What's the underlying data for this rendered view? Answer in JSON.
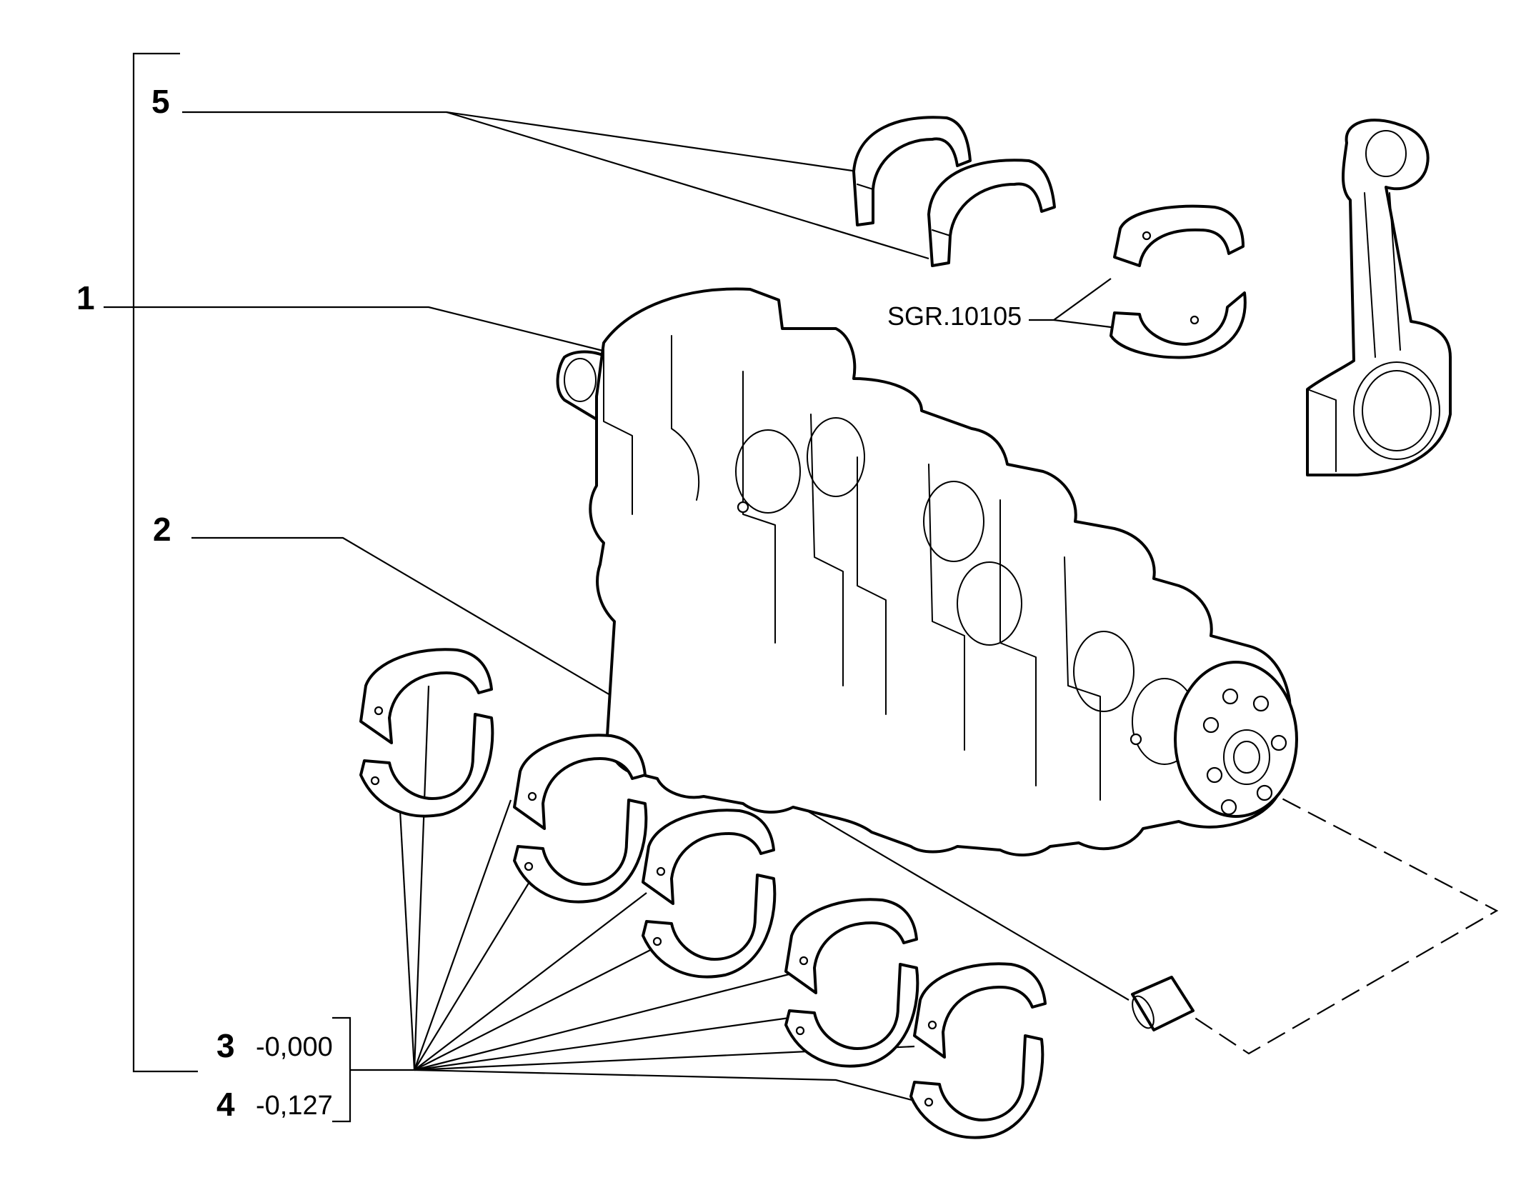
{
  "labels": {
    "item1": "1",
    "item2": "2",
    "item3": "3",
    "item4": "4",
    "item5": "5",
    "value3": "-0,000",
    "value4": "-0,127",
    "ref": "SGR.10105"
  },
  "colors": {
    "line": "#000000",
    "background": "#ffffff"
  },
  "icons": [
    "crankshaft",
    "thrust-washer",
    "main-bearing-shell",
    "connecting-rod",
    "con-rod-bearing",
    "dowel-pin"
  ]
}
